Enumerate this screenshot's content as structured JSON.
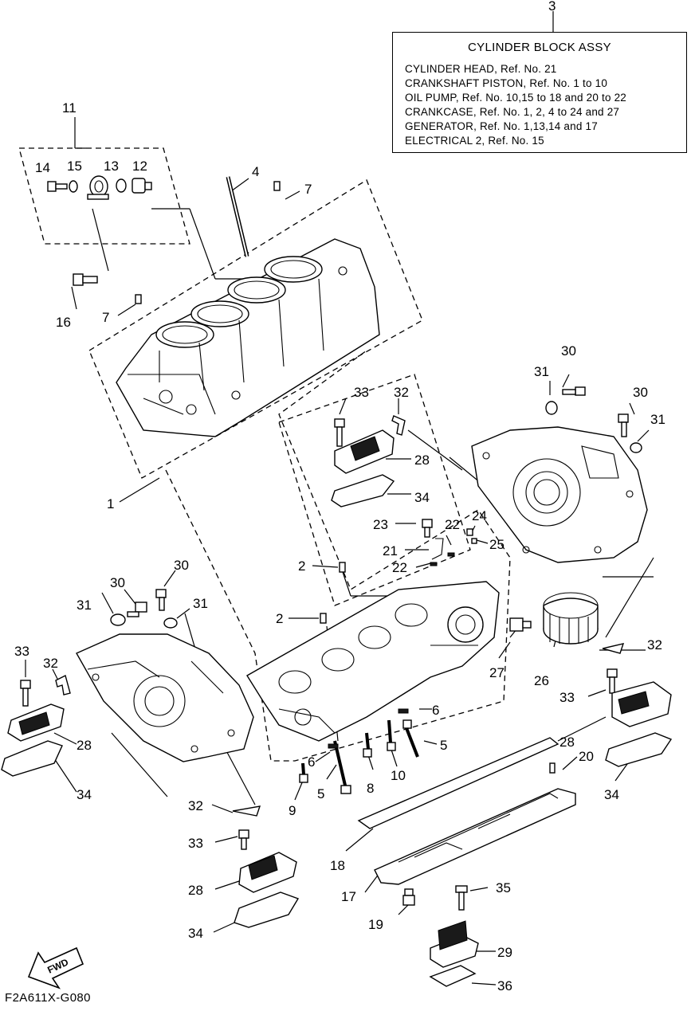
{
  "assy_ref": "3",
  "info_box": {
    "title": "CYLINDER BLOCK ASSY",
    "lines": [
      "CYLINDER HEAD, Ref. No. 21",
      "CRANKSHAFT PISTON, Ref. No. 1 to 10",
      "OIL PUMP, Ref. No. 10,15 to 18 and 20 to 22",
      "CRANKCASE, Ref. No. 1, 2, 4 to 24 and 27",
      "GENERATOR, Ref. No. 1,13,14 and 17",
      "ELECTRICAL 2,  Ref. No. 15"
    ]
  },
  "callouts": {
    "c1": "1",
    "c2a": "2",
    "c2b": "2",
    "c4": "4",
    "c5a": "5",
    "c5b": "5",
    "c6a": "6",
    "c6b": "6",
    "c7a": "7",
    "c7b": "7",
    "c8": "8",
    "c9": "9",
    "c10": "10",
    "c11": "11",
    "c12": "12",
    "c13": "13",
    "c14": "14",
    "c15": "15",
    "c16": "16",
    "c17": "17",
    "c18": "18",
    "c19": "19",
    "c20": "20",
    "c21": "21",
    "c22a": "22",
    "c22b": "22",
    "c23": "23",
    "c24": "24",
    "c25": "25",
    "c26": "26",
    "c27": "27",
    "c28a": "28",
    "c28b": "28",
    "c28c": "28",
    "c28d": "28",
    "c29": "29",
    "c30a": "30",
    "c30b": "30",
    "c30c": "30",
    "c31a": "31",
    "c31b": "31",
    "c31c": "31",
    "c31d": "31",
    "c32a": "32",
    "c32b": "32",
    "c32c": "32",
    "c32d": "32",
    "c33a": "33",
    "c33b": "33",
    "c33c": "33",
    "c33d": "33",
    "c34a": "34",
    "c34b": "34",
    "c34c": "34",
    "c34d": "34",
    "c35": "35",
    "c36": "36"
  },
  "fwd_label": "FWD",
  "diagram_code": "F2A611X-G080"
}
